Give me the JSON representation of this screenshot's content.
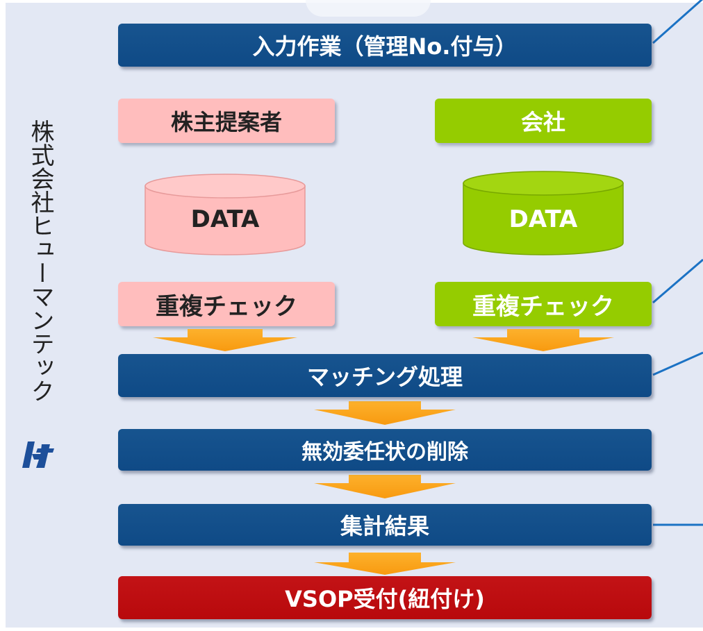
{
  "company": {
    "name": "株式会社ヒューマンテック",
    "logo_text": "ht"
  },
  "flow": {
    "input_step": "入力作業（管理No.付与）",
    "shareholder_label": "株主提案者",
    "company_label": "会社",
    "shareholder_db": "DATA",
    "company_db": "DATA",
    "shareholder_check": "重複チェック",
    "company_check": "重複チェック",
    "matching": "マッチング処理",
    "delete_invalid": "無効委任状の削除",
    "totals": "集計結果",
    "vsop": "VSOP受付(紐付け)"
  },
  "colors": {
    "navy": "#0f4a86",
    "red": "#c0090c",
    "pink": "#ffbdbd",
    "green": "#95cc00",
    "orange": "#fba21a",
    "connector": "#1b72c4",
    "panel": "#e3e8f4"
  }
}
